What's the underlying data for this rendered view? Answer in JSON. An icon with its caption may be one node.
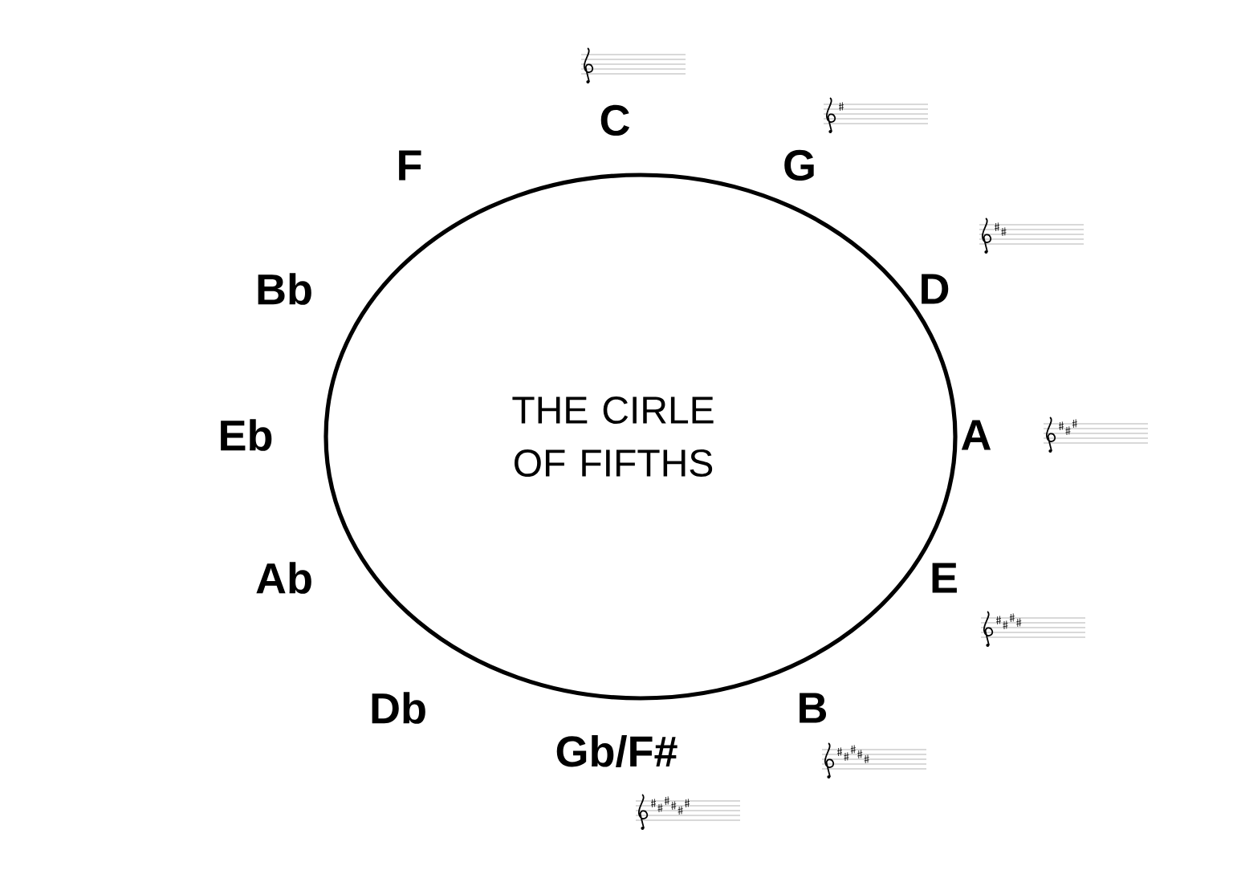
{
  "diagram": {
    "nodes": [
      {
        "text": [
          "THE CIRLE OF FIFTHS"
        ]
      }
    ],
    "labels": [
      "C",
      "G",
      "D",
      "A",
      "E",
      "B",
      "Gb/F#",
      "Db",
      "Ab",
      "Eb",
      "Bb",
      "F"
    ]
  }
}
